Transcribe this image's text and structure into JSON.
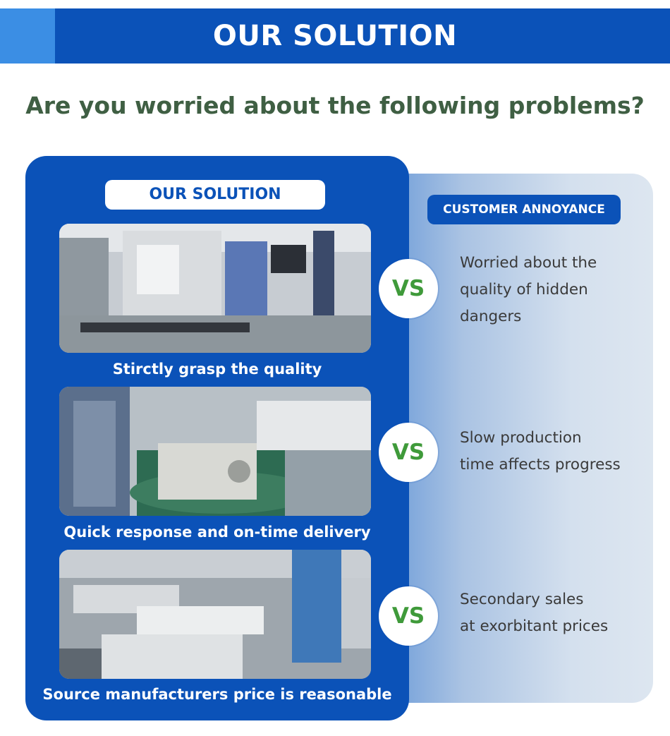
{
  "banner": {
    "title": "OUR SOLUTION"
  },
  "headline": "Are you worried about the following problems?",
  "solution_label": "OUR SOLUTION",
  "annoyance_label": "CUSTOMER ANNOYANCE",
  "vs_label": "VS",
  "rows": [
    {
      "caption": "Stirctly grasp the quality",
      "concern_lines": [
        "Worried about the",
        "quality of hidden",
        "dangers"
      ],
      "photo_icon": "factory-machine-photo"
    },
    {
      "caption": "Quick response and on-time delivery",
      "concern_lines": [
        "Slow production",
        "time affects progress"
      ],
      "photo_icon": "assembly-line-photo"
    },
    {
      "caption": "Source manufacturers price is reasonable",
      "concern_lines": [
        "Secondary sales",
        "at exorbitant prices"
      ],
      "photo_icon": "production-floor-photo"
    }
  ],
  "colors": {
    "brand_blue": "#0b52b8",
    "accent_blue": "#3b8ee4",
    "headline_green": "#3f5f43",
    "vs_green": "#3f9a3a"
  }
}
